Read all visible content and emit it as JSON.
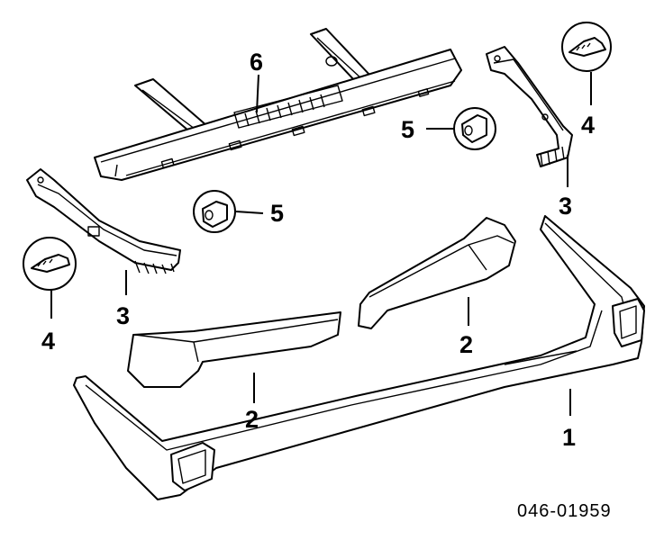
{
  "diagram": {
    "reference_code": "046-01959",
    "callouts": {
      "reinforcement": "6",
      "bracket_right": "3",
      "bracket_left": "3",
      "clip_right": "4",
      "clip_left": "4",
      "nut_upper": "5",
      "nut_lower": "5",
      "energy_absorber_left": "2",
      "energy_absorber_right": "2",
      "bumper_cover": "1"
    }
  }
}
